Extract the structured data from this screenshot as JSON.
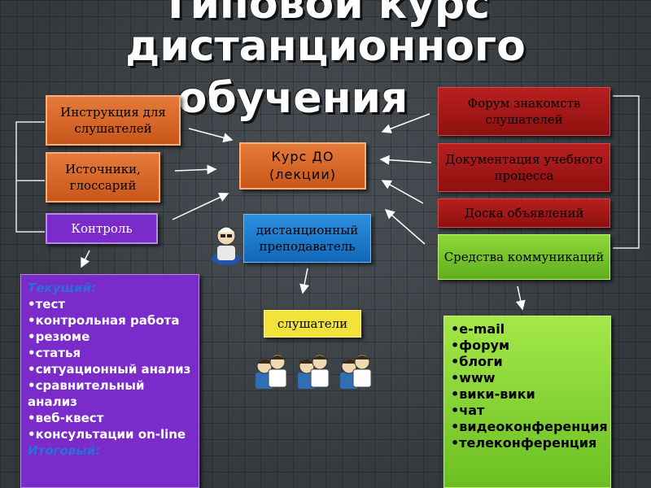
{
  "title": {
    "line1": "Типовой курс",
    "line2": "дистанционного",
    "line3": "обучения"
  },
  "left_boxes": {
    "instructions": "Инструкция для слушателей",
    "sources": "Источники, глоссарий",
    "control": "Контроль"
  },
  "center": {
    "course": "Курс ДО (лекции)",
    "teacher": "дистанционный преподаватель",
    "students": "слушатели"
  },
  "right_boxes": {
    "forum": "Форум знакомств слушателей",
    "documentation": "Документация учебного процесса",
    "board": "Доска объявлений",
    "communication": "Средства коммуникаций"
  },
  "control_list": {
    "header": "Текущий:",
    "items": [
      "тест",
      "контрольная работа",
      "резюме",
      "статья",
      "ситуационный анализ",
      "сравнительный анализ",
      "веб-квест",
      "консультации on-line"
    ],
    "footer": "Итоговый:"
  },
  "comm_list": {
    "items": [
      "e-mail",
      "форум",
      "блоги",
      "www",
      "вики-вики",
      "чат",
      "видеоконференция",
      "телеконференция"
    ]
  },
  "icons": {
    "teacher": "teacher-figure-icon",
    "students": "student-figure-icon"
  },
  "colors": {
    "orange": "#d9662a",
    "red": "#a01818",
    "purple": "#7a2bc9",
    "blue": "#1f7dd0",
    "green": "#7cc82e",
    "yellow": "#f3e23a"
  }
}
